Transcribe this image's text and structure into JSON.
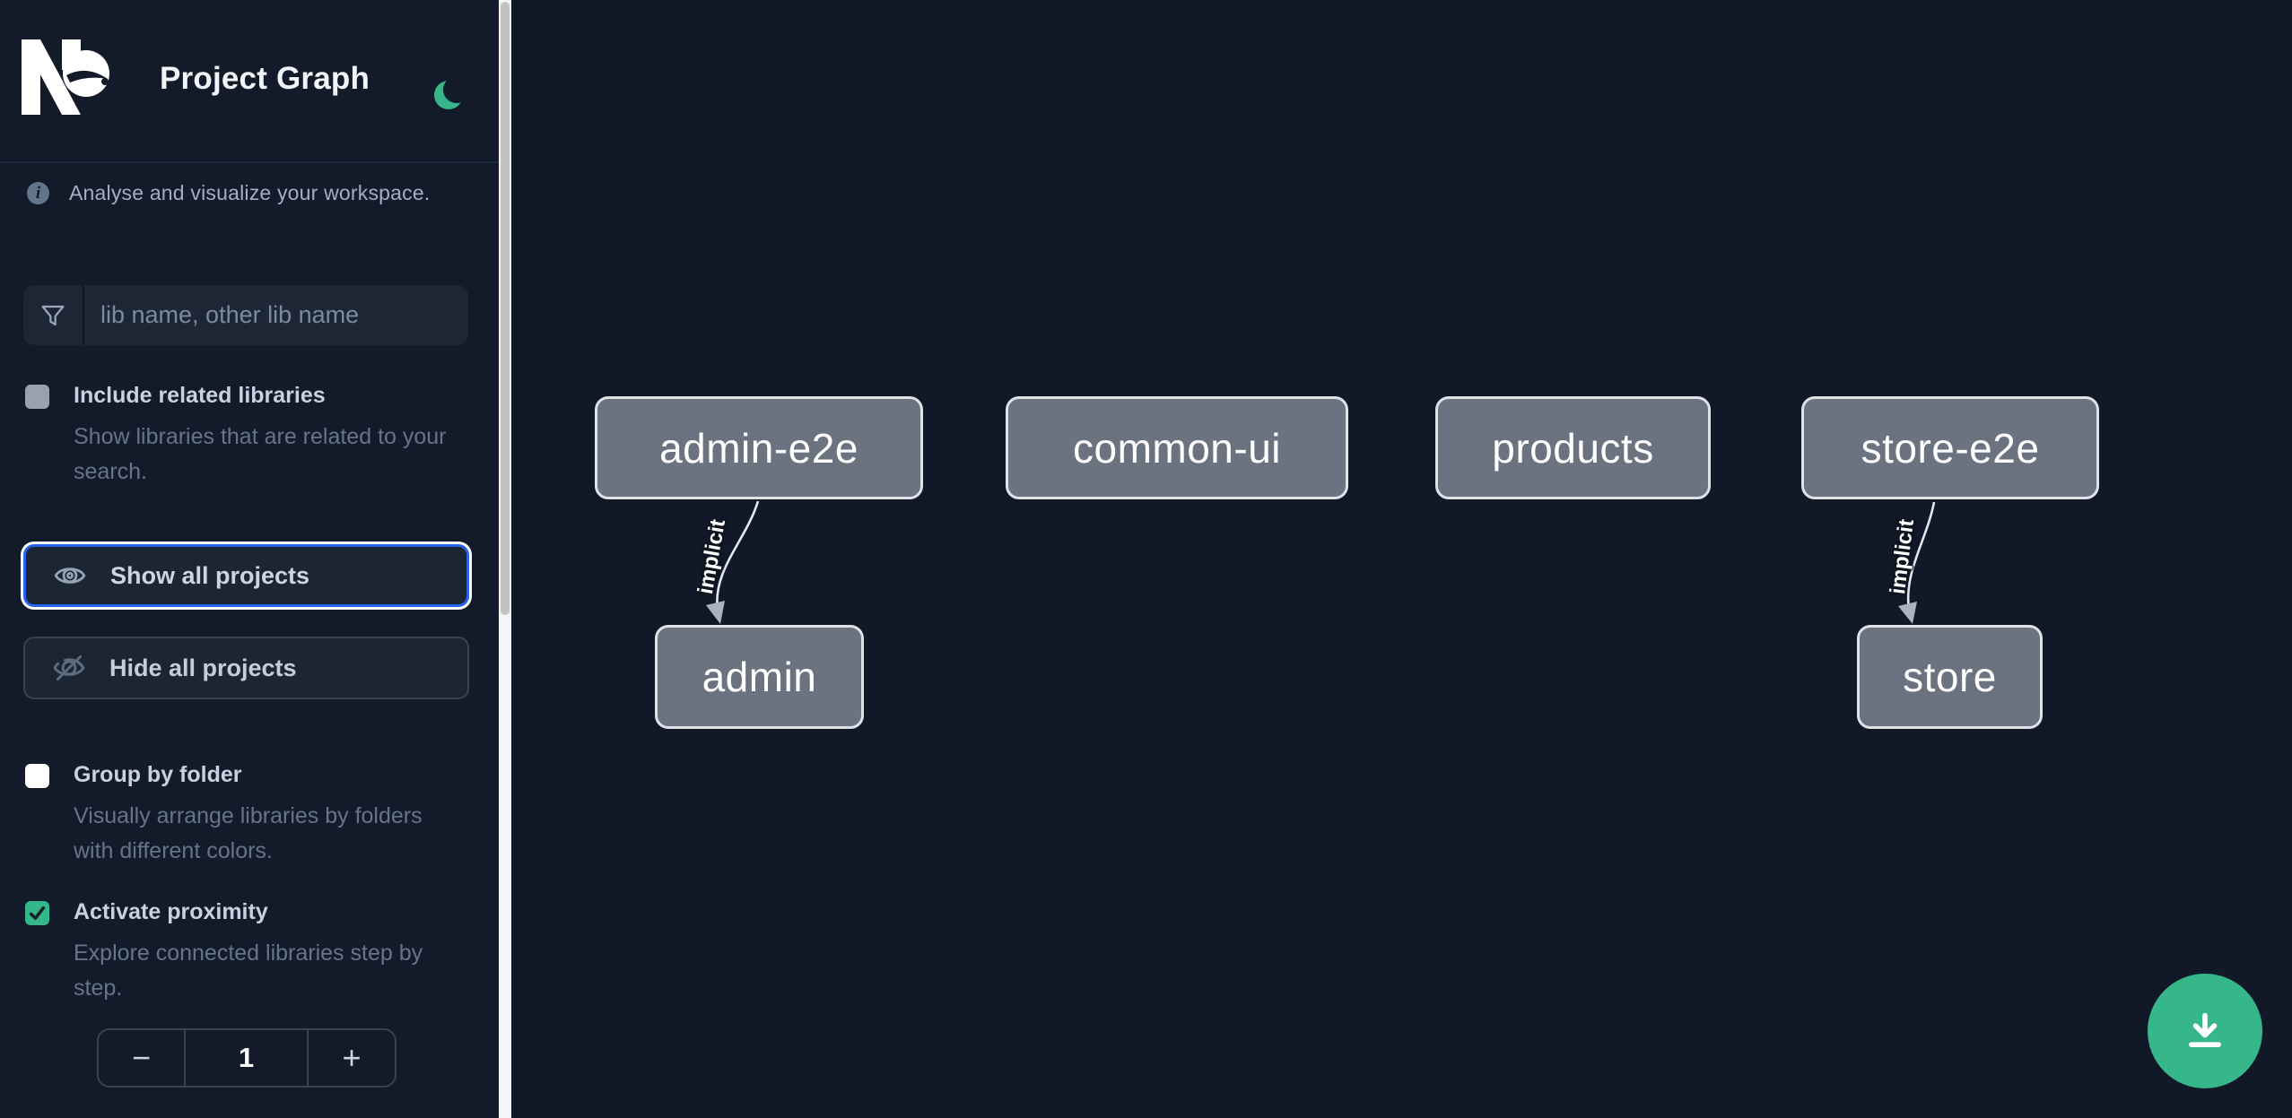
{
  "header": {
    "title": "Project Graph",
    "logo": "nx-logo",
    "theme_icon": "moon-icon"
  },
  "sidebar": {
    "info": {
      "icon": "info-icon",
      "text": "Analyse and visualize your workspace."
    },
    "search": {
      "icon": "filter-icon",
      "placeholder": "lib name, other lib name",
      "value": ""
    },
    "toggles": [
      {
        "id": "include-related",
        "label": "Include related libraries",
        "description": "Show libraries that are related to your search.",
        "checked": false,
        "disabled": true
      },
      {
        "id": "group-by-folder",
        "label": "Group by folder",
        "description": "Visually arrange libraries by folders with different colors.",
        "checked": false,
        "disabled": false
      },
      {
        "id": "activate-proximity",
        "label": "Activate proximity",
        "description": "Explore connected libraries step by step.",
        "checked": true,
        "disabled": false
      }
    ],
    "buttons": [
      {
        "id": "show-all",
        "label": "Show all projects",
        "icon": "eye-icon",
        "focused": true
      },
      {
        "id": "hide-all",
        "label": "Hide all projects",
        "icon": "eye-off-icon",
        "focused": false
      }
    ],
    "stepper": {
      "decrement": "−",
      "value": "1",
      "increment": "+"
    }
  },
  "graph": {
    "nodes": [
      {
        "name": "admin-e2e"
      },
      {
        "name": "common-ui"
      },
      {
        "name": "products"
      },
      {
        "name": "store-e2e"
      },
      {
        "name": "admin"
      },
      {
        "name": "store"
      }
    ],
    "edges": [
      {
        "from": "admin-e2e",
        "to": "admin",
        "label": "implicit"
      },
      {
        "from": "store-e2e",
        "to": "store",
        "label": "implicit"
      }
    ]
  },
  "fab": {
    "icon": "download-icon"
  },
  "colors": {
    "sidebar_bg": "#131b2b",
    "canvas_bg": "#111827",
    "accent_green": "#35b789",
    "focus_blue": "#2663eb",
    "node_fill": "#6b7280",
    "node_border": "#dfe3e8",
    "node_text": "#ffffff",
    "edge_line": "#e3e8ed",
    "scroll_thumb": "#c2c2c2"
  }
}
